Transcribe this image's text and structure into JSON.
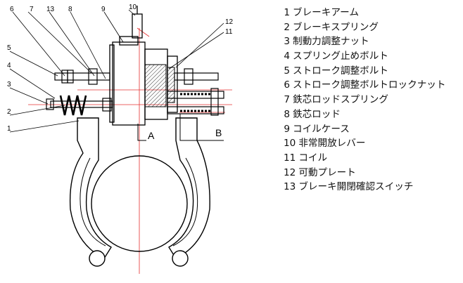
{
  "diagram": {
    "callouts": [
      "6",
      "7",
      "13",
      "8",
      "9",
      "10",
      "12",
      "11",
      "5",
      "4",
      "3",
      "2",
      "1"
    ],
    "section_a": "A",
    "section_b": "B"
  },
  "legend": {
    "items": [
      {
        "num": "1",
        "label": "ブレーキアーム"
      },
      {
        "num": "2",
        "label": "ブレーキスプリング"
      },
      {
        "num": "3",
        "label": "制動力調整ナット"
      },
      {
        "num": "4",
        "label": "スプリング止めボルト"
      },
      {
        "num": "5",
        "label": "ストローク調整ボルト"
      },
      {
        "num": "6",
        "label": "ストローク調整ボルトロックナット"
      },
      {
        "num": "7",
        "label": "鉄芯ロッドスプリング"
      },
      {
        "num": "8",
        "label": "鉄芯ロッド"
      },
      {
        "num": "9",
        "label": "コイルケース"
      },
      {
        "num": "10",
        "label": "非常開放レバー"
      },
      {
        "num": "11",
        "label": "コイル"
      },
      {
        "num": "12",
        "label": "可動プレート"
      },
      {
        "num": "13",
        "label": "ブレーキ開閉確認スイッチ"
      }
    ]
  },
  "colors": {
    "line": "#000000",
    "center": "#e53030",
    "hatch": "#333333"
  }
}
